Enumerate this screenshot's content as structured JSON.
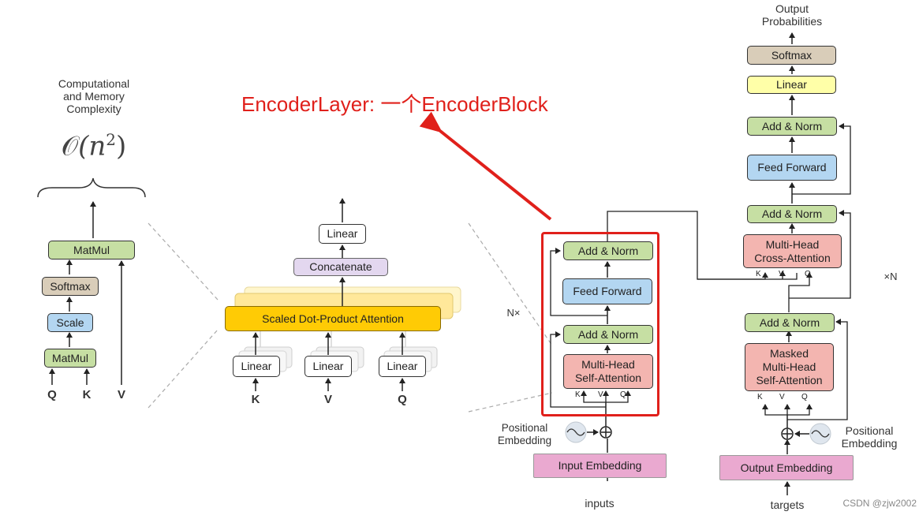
{
  "complexity": {
    "caption": "Computational\nand Memory\nComplexity",
    "formula_O": "𝒪",
    "formula_rest": "(n",
    "formula_exp": "2",
    "formula_close": ")"
  },
  "left_panel": {
    "matmul_top": "MatMul",
    "softmax": "Softmax",
    "scale": "Scale",
    "matmul_bottom": "MatMul",
    "input_q": "Q",
    "input_k": "K",
    "input_v": "V"
  },
  "middle_panel": {
    "linear_top": "Linear",
    "concatenate": "Concatenate",
    "sdpa": "Scaled Dot-Product Attention",
    "linear_k": "Linear",
    "linear_v": "Linear",
    "linear_q": "Linear",
    "input_k": "K",
    "input_v": "V",
    "input_q": "Q"
  },
  "annotation": {
    "text": "EncoderLayer: 一个EncoderBlock",
    "color": "#e0201b"
  },
  "encoder": {
    "add_norm_top": "Add & Norm",
    "feed_forward": "Feed Forward",
    "add_norm_bottom": "Add & Norm",
    "self_attention": "Multi-Head\nSelf-Attention",
    "k": "K",
    "v": "V",
    "q": "Q",
    "nx": "N×",
    "positional": "Positional\nEmbedding",
    "input_embedding": "Input Embedding",
    "inputs": "inputs"
  },
  "decoder": {
    "output_probabilities": "Output\nProbabilities",
    "softmax": "Softmax",
    "linear": "Linear",
    "add_norm_1": "Add & Norm",
    "feed_forward": "Feed Forward",
    "add_norm_2": "Add & Norm",
    "cross_attention": "Multi-Head\nCross-Attention",
    "add_norm_3": "Add & Norm",
    "masked_attention": "Masked\nMulti-Head\nSelf-Attention",
    "k": "K",
    "v": "V",
    "q": "Q",
    "k2": "K",
    "v2": "V",
    "q2": "Q",
    "xn": "×N",
    "positional": "Positional\nEmbedding",
    "output_embedding": "Output Embedding",
    "targets": "targets"
  },
  "watermark": "CSDN @zjw2002"
}
